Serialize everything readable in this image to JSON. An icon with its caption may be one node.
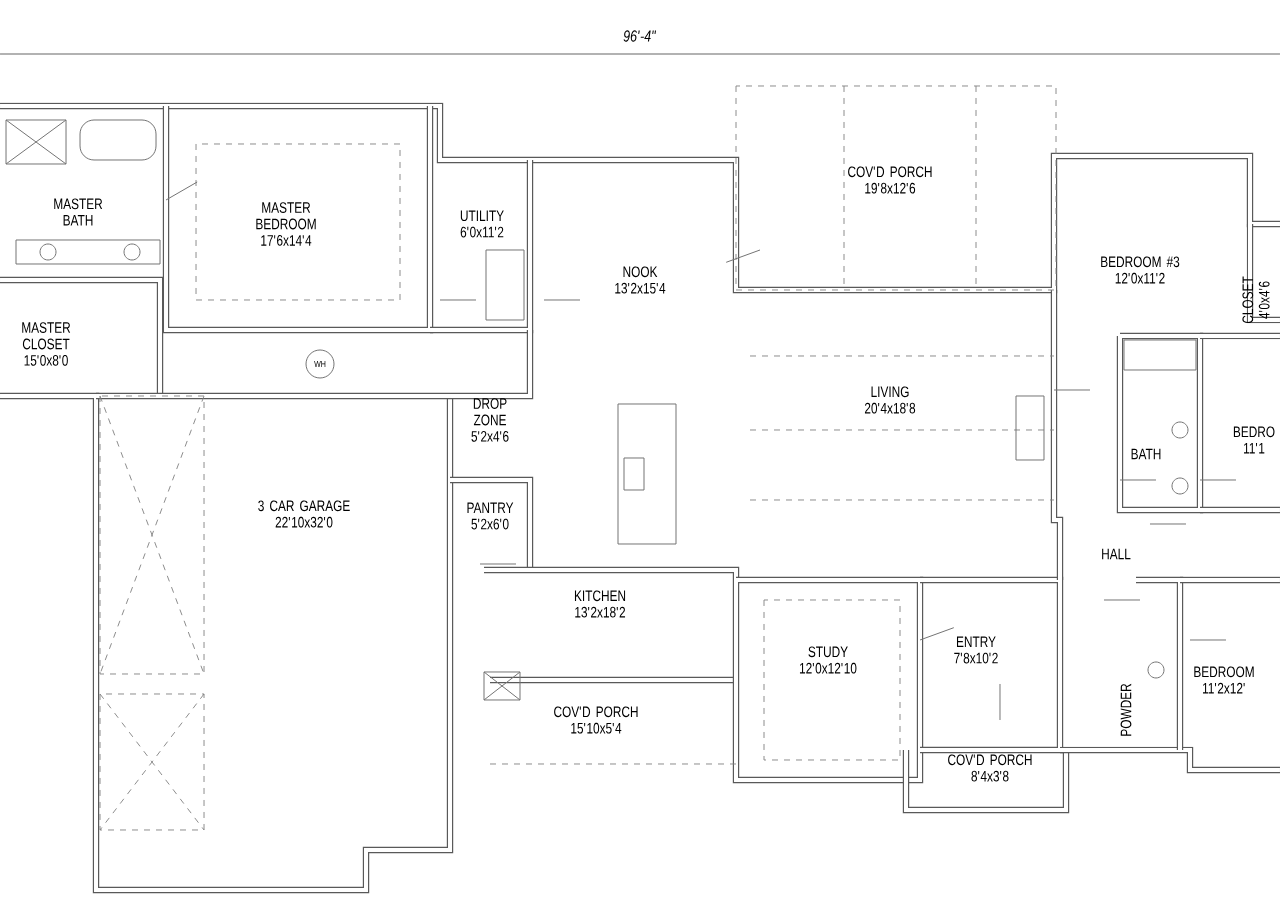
{
  "diagram": {
    "nodes": [
      {
        "text": [
          "MASTER BATH"
        ]
      },
      {
        "text": [
          "MASTER BEDROOM",
          "17'6x14'4"
        ]
      },
      {
        "text": [
          "UTILITY",
          "6'0x11'2"
        ]
      },
      {
        "text": [
          "NOOK",
          "13'2x15'4"
        ]
      },
      {
        "text": [
          "COV'D PORCH",
          "19'8x12'6"
        ]
      },
      {
        "text": [
          "BEDROOM #3",
          "12'0x11'2"
        ]
      },
      {
        "text": [
          "CLOSET",
          "4'0x4'6"
        ]
      },
      {
        "text": [
          "MASTER CLOSET",
          "15'0x8'0"
        ]
      },
      {
        "text": [
          "DROP ZONE",
          "5'2x4'6"
        ]
      },
      {
        "text": [
          "LIVING",
          "20'4x18'8"
        ]
      },
      {
        "text": [
          "BEDRO",
          "11'1"
        ]
      },
      {
        "text": [
          "BATH"
        ]
      },
      {
        "text": [
          "PANTRY",
          "5'2x6'0"
        ]
      },
      {
        "text": [
          "3 CAR GARAGE",
          "22'10x32'0"
        ]
      },
      {
        "text": [
          "KITCHEN",
          "13'2x18'2"
        ]
      },
      {
        "text": [
          "HALL"
        ]
      },
      {
        "text": [
          "STUDY",
          "12'0x12'10"
        ]
      },
      {
        "text": [
          "ENTRY",
          "7'8x10'2"
        ]
      },
      {
        "text": [
          "POWDER"
        ]
      },
      {
        "text": [
          "BEDROOM",
          "11'2x12'"
        ]
      },
      {
        "text": [
          "COV'D PORCH",
          "15'10x5'4"
        ]
      },
      {
        "text": [
          "COV'D PORCH",
          "8'4x3'8"
        ]
      }
    ],
    "labels": [
      "96'-4\"",
      "WH"
    ]
  }
}
